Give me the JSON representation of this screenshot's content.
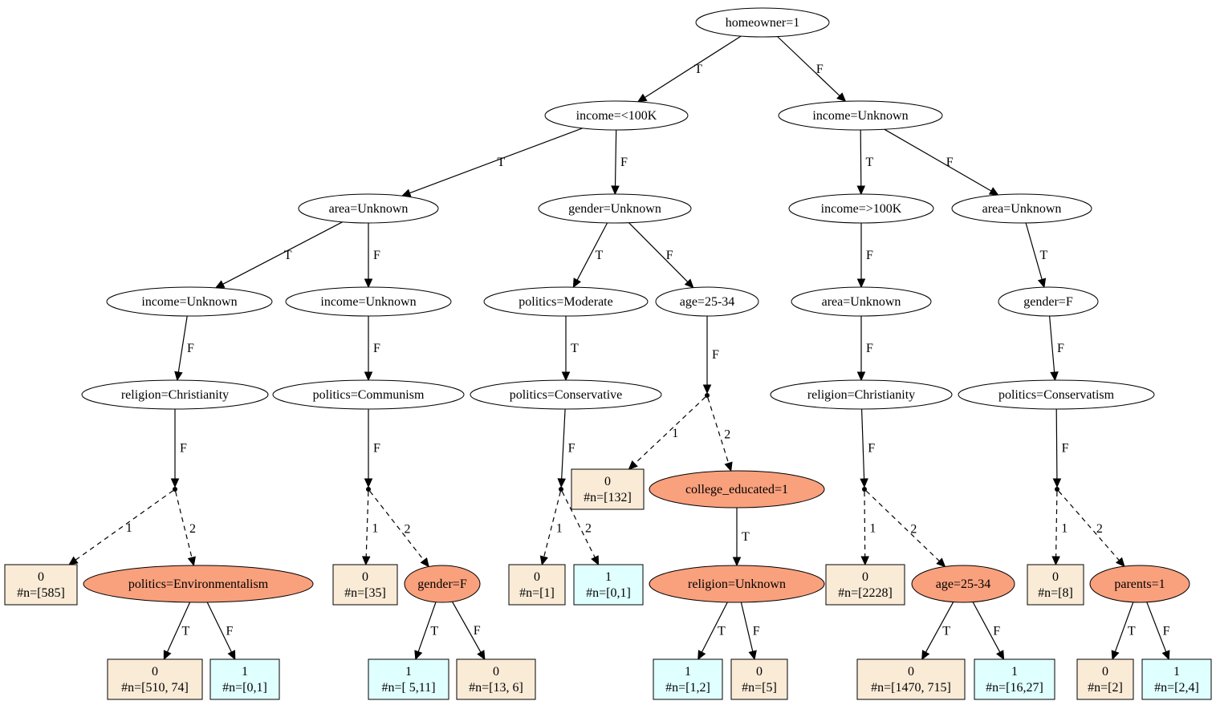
{
  "colors": {
    "split_fill": "#f9a07d",
    "leaf_class0_fill": "#faebd7",
    "leaf_class1_fill": "#e0ffff",
    "line": "#000000"
  },
  "nodes": [
    {
      "id": "n1",
      "shape": "ellipse",
      "label": "homeowner=1"
    },
    {
      "id": "n2",
      "shape": "ellipse",
      "label": "income=<100K"
    },
    {
      "id": "n3",
      "shape": "ellipse",
      "label": "income=Unknown"
    },
    {
      "id": "n4",
      "shape": "ellipse",
      "label": "area=Unknown"
    },
    {
      "id": "n5",
      "shape": "ellipse",
      "label": "gender=Unknown"
    },
    {
      "id": "n6",
      "shape": "ellipse",
      "label": "income=>100K"
    },
    {
      "id": "n7",
      "shape": "ellipse",
      "label": "area=Unknown"
    },
    {
      "id": "n8",
      "shape": "ellipse",
      "label": "income=Unknown"
    },
    {
      "id": "n9",
      "shape": "ellipse",
      "label": "income=Unknown"
    },
    {
      "id": "n10",
      "shape": "ellipse",
      "label": "politics=Moderate"
    },
    {
      "id": "n11",
      "shape": "ellipse",
      "label": "age=25-34"
    },
    {
      "id": "n12",
      "shape": "ellipse",
      "label": "area=Unknown"
    },
    {
      "id": "n13",
      "shape": "ellipse",
      "label": "gender=F"
    },
    {
      "id": "n14",
      "shape": "ellipse",
      "label": "religion=Christianity"
    },
    {
      "id": "n15",
      "shape": "ellipse",
      "label": "politics=Communism"
    },
    {
      "id": "n16",
      "shape": "ellipse",
      "label": "politics=Conservative"
    },
    {
      "id": "n17",
      "shape": "ellipse",
      "label": "religion=Christianity"
    },
    {
      "id": "n18",
      "shape": "ellipse",
      "label": "politics=Conservatism"
    },
    {
      "id": "d1",
      "shape": "point"
    },
    {
      "id": "d2",
      "shape": "point"
    },
    {
      "id": "d3",
      "shape": "point"
    },
    {
      "id": "d4",
      "shape": "point"
    },
    {
      "id": "d5",
      "shape": "point"
    },
    {
      "id": "d6",
      "shape": "point"
    },
    {
      "id": "l1",
      "shape": "leaf",
      "cls": 0,
      "label": "0",
      "counts": "#n=[585]"
    },
    {
      "id": "s1",
      "shape": "split",
      "label": "politics=Environmentalism"
    },
    {
      "id": "l2",
      "shape": "leaf",
      "cls": 0,
      "label": "0",
      "counts": "#n=[35]"
    },
    {
      "id": "s2",
      "shape": "split",
      "label": "gender=F"
    },
    {
      "id": "l3",
      "shape": "leaf",
      "cls": 0,
      "label": "0",
      "counts": "#n=[132]"
    },
    {
      "id": "s3",
      "shape": "split",
      "label": "college_educated=1"
    },
    {
      "id": "l4",
      "shape": "leaf",
      "cls": 0,
      "label": "0",
      "counts": "#n=[1]"
    },
    {
      "id": "l5",
      "shape": "leaf",
      "cls": 1,
      "label": "1",
      "counts": "#n=[0,1]"
    },
    {
      "id": "s4",
      "shape": "split",
      "label": "religion=Unknown"
    },
    {
      "id": "l6",
      "shape": "leaf",
      "cls": 0,
      "label": "0",
      "counts": "#n=[2228]"
    },
    {
      "id": "s5",
      "shape": "split",
      "label": "age=25-34"
    },
    {
      "id": "l7",
      "shape": "leaf",
      "cls": 0,
      "label": "0",
      "counts": "#n=[8]"
    },
    {
      "id": "s6",
      "shape": "split",
      "label": "parents=1"
    },
    {
      "id": "l8",
      "shape": "leaf",
      "cls": 0,
      "label": "0",
      "counts": "#n=[510, 74]"
    },
    {
      "id": "l9",
      "shape": "leaf",
      "cls": 1,
      "label": "1",
      "counts": "#n=[0,1]"
    },
    {
      "id": "l10",
      "shape": "leaf",
      "cls": 1,
      "label": "1",
      "counts": "#n=[ 5,11]"
    },
    {
      "id": "l11",
      "shape": "leaf",
      "cls": 0,
      "label": "0",
      "counts": "#n=[13, 6]"
    },
    {
      "id": "l12",
      "shape": "leaf",
      "cls": 1,
      "label": "1",
      "counts": "#n=[1,2]"
    },
    {
      "id": "l13",
      "shape": "leaf",
      "cls": 0,
      "label": "0",
      "counts": "#n=[5]"
    },
    {
      "id": "l14",
      "shape": "leaf",
      "cls": 0,
      "label": "0",
      "counts": "#n=[1470, 715]"
    },
    {
      "id": "l15",
      "shape": "leaf",
      "cls": 1,
      "label": "1",
      "counts": "#n=[16,27]"
    },
    {
      "id": "l16",
      "shape": "leaf",
      "cls": 0,
      "label": "0",
      "counts": "#n=[2]"
    },
    {
      "id": "l17",
      "shape": "leaf",
      "cls": 1,
      "label": "1",
      "counts": "#n=[2,4]"
    }
  ],
  "edges": [
    {
      "from": "n1",
      "to": "n2",
      "label": "T",
      "style": "solid"
    },
    {
      "from": "n1",
      "to": "n3",
      "label": "F",
      "style": "solid"
    },
    {
      "from": "n2",
      "to": "n4",
      "label": "T",
      "style": "solid"
    },
    {
      "from": "n2",
      "to": "n5",
      "label": "F",
      "style": "solid"
    },
    {
      "from": "n3",
      "to": "n6",
      "label": "T",
      "style": "solid"
    },
    {
      "from": "n3",
      "to": "n7",
      "label": "F",
      "style": "solid"
    },
    {
      "from": "n4",
      "to": "n8",
      "label": "T",
      "style": "solid"
    },
    {
      "from": "n4",
      "to": "n9",
      "label": "F",
      "style": "solid"
    },
    {
      "from": "n5",
      "to": "n10",
      "label": "T",
      "style": "solid"
    },
    {
      "from": "n5",
      "to": "n11",
      "label": "F",
      "style": "solid"
    },
    {
      "from": "n6",
      "to": "n12",
      "label": "F",
      "style": "solid"
    },
    {
      "from": "n7",
      "to": "n13",
      "label": "T",
      "style": "solid"
    },
    {
      "from": "n8",
      "to": "n14",
      "label": "F",
      "style": "solid"
    },
    {
      "from": "n9",
      "to": "n15",
      "label": "F",
      "style": "solid"
    },
    {
      "from": "n10",
      "to": "n16",
      "label": "T",
      "style": "solid"
    },
    {
      "from": "n11",
      "to": "d4",
      "label": "F",
      "style": "solid"
    },
    {
      "from": "n12",
      "to": "n17",
      "label": "F",
      "style": "solid"
    },
    {
      "from": "n13",
      "to": "n18",
      "label": "F",
      "style": "solid"
    },
    {
      "from": "n14",
      "to": "d1",
      "label": "F",
      "style": "solid"
    },
    {
      "from": "n15",
      "to": "d2",
      "label": "F",
      "style": "solid"
    },
    {
      "from": "n16",
      "to": "d3",
      "label": "F",
      "style": "solid"
    },
    {
      "from": "n17",
      "to": "d5",
      "label": "F",
      "style": "solid"
    },
    {
      "from": "n18",
      "to": "d6",
      "label": "F",
      "style": "solid"
    },
    {
      "from": "d1",
      "to": "l1",
      "label": "1",
      "style": "dashed"
    },
    {
      "from": "d1",
      "to": "s1",
      "label": "2",
      "style": "dashed"
    },
    {
      "from": "d2",
      "to": "l2",
      "label": "1",
      "style": "dashed"
    },
    {
      "from": "d2",
      "to": "s2",
      "label": "2",
      "style": "dashed"
    },
    {
      "from": "d3",
      "to": "l4",
      "label": "1",
      "style": "dashed"
    },
    {
      "from": "d3",
      "to": "l5",
      "label": "2",
      "style": "dashed"
    },
    {
      "from": "d4",
      "to": "l3",
      "label": "1",
      "style": "dashed"
    },
    {
      "from": "d4",
      "to": "s3",
      "label": "2",
      "style": "dashed"
    },
    {
      "from": "d5",
      "to": "l6",
      "label": "1",
      "style": "dashed"
    },
    {
      "from": "d5",
      "to": "s5",
      "label": "2",
      "style": "dashed"
    },
    {
      "from": "d6",
      "to": "l7",
      "label": "1",
      "style": "dashed"
    },
    {
      "from": "d6",
      "to": "s6",
      "label": "2",
      "style": "dashed"
    },
    {
      "from": "s1",
      "to": "l8",
      "label": "T",
      "style": "solid"
    },
    {
      "from": "s1",
      "to": "l9",
      "label": "F",
      "style": "solid"
    },
    {
      "from": "s2",
      "to": "l10",
      "label": "T",
      "style": "solid"
    },
    {
      "from": "s2",
      "to": "l11",
      "label": "F",
      "style": "solid"
    },
    {
      "from": "s3",
      "to": "s4",
      "label": "T",
      "style": "solid"
    },
    {
      "from": "s4",
      "to": "l12",
      "label": "T",
      "style": "solid"
    },
    {
      "from": "s4",
      "to": "l13",
      "label": "F",
      "style": "solid"
    },
    {
      "from": "s5",
      "to": "l14",
      "label": "T",
      "style": "solid"
    },
    {
      "from": "s5",
      "to": "l15",
      "label": "F",
      "style": "solid"
    },
    {
      "from": "s6",
      "to": "l16",
      "label": "T",
      "style": "solid"
    },
    {
      "from": "s6",
      "to": "l17",
      "label": "F",
      "style": "solid"
    }
  ]
}
